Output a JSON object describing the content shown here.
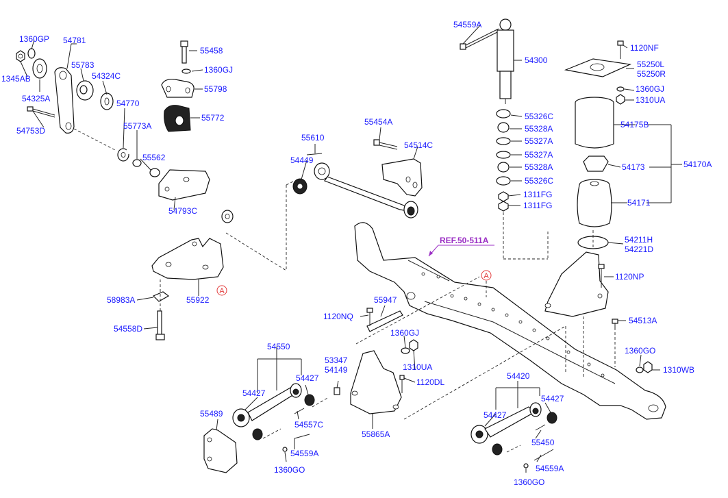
{
  "diagram": {
    "labels": {
      "p1360GP": "1360GP",
      "p54781": "54781",
      "p55783": "55783",
      "p1345AB": "1345AB",
      "p54324C": "54324C",
      "p54325A": "54325A",
      "p54770": "54770",
      "p54753D": "54753D",
      "p55773A": "55773A",
      "p55458": "55458",
      "p1360GJ_a": "1360GJ",
      "p55798": "55798",
      "p55772": "55772",
      "p55562": "55562",
      "p54793C": "54793C",
      "p58983A": "58983A",
      "p55922": "55922",
      "p54558D": "54558D",
      "p55610": "55610",
      "p54449": "54449",
      "p55454A": "55454A",
      "p54514C": "54514C",
      "p54559A_top": "54559A",
      "p54300": "54300",
      "p55326C_a": "55326C",
      "p55328A_a": "55328A",
      "p55327A_a": "55327A",
      "p55327A_b": "55327A",
      "p55328A_b": "55328A",
      "p55326C_b": "55326C",
      "p1311FG_a": "1311FG",
      "p1311FG_b": "1311FG",
      "p1120NF": "1120NF",
      "p55250L": "55250L",
      "p55250R": "55250R",
      "p1360GJ_b": "1360GJ",
      "p1310UA_a": "1310UA",
      "p54175B": "54175B",
      "p54173": "54173",
      "p54170A": "54170A",
      "p54171": "54171",
      "p54211H": "54211H",
      "p54221D": "54221D",
      "p1120NP": "1120NP",
      "p54513A": "54513A",
      "p1360GO_a": "1360GO",
      "p1310WB": "1310WB",
      "p55947": "55947",
      "p1120NQ": "1120NQ",
      "p1360GJ_c": "1360GJ",
      "p54550": "54550",
      "p53347": "53347",
      "p54149": "54149",
      "p1310UA_b": "1310UA",
      "p54427_a": "54427",
      "p54427_b": "54427",
      "p1120DL": "1120DL",
      "p55489": "55489",
      "p54557C": "54557C",
      "p55865A": "55865A",
      "p54559A_a": "54559A",
      "p1360GO_b": "1360GO",
      "p54420": "54420",
      "p54427_c": "54427",
      "p54427_d": "54427",
      "p55450": "55450",
      "p54559A_b": "54559A",
      "p1360GO_c": "1360GO"
    },
    "reference_label": "REF.50-511A",
    "marker_a": "A",
    "marker_b": "A"
  }
}
